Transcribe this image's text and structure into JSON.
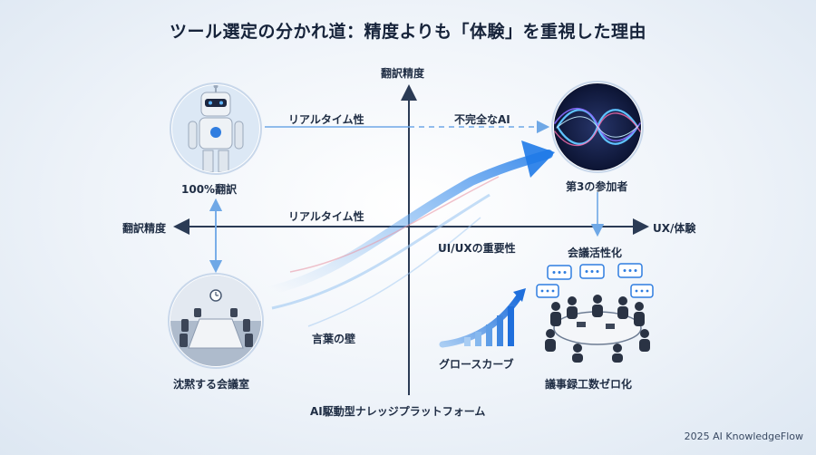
{
  "title": "ツール選定の分かれ道：精度よりも「体験」を重視した理由",
  "axes": {
    "top": "翻訳精度",
    "left": "翻訳精度",
    "right": "UX/体験",
    "bottom": "AI駆動型ナレッジプラットフォーム"
  },
  "nodes": {
    "robot": "100%翻訳",
    "silent_room": "沈黙する会議室",
    "third_participant": "第3の参加者",
    "meeting": "議事録工数ゼロ化"
  },
  "labels": {
    "realtime_top": "リアルタイム性",
    "imperfect_ai": "不完全なAI",
    "realtime_mid": "リアルタイム性",
    "uiux_importance": "UI/UXの重要性",
    "meeting_activation": "会議活性化",
    "language_wall": "言葉の壁",
    "growth_curve": "グロースカーブ"
  },
  "icons": {
    "robot": "robot-icon",
    "room": "meeting-room-icon",
    "wave": "infinity-wave-icon",
    "meeting": "team-meeting-icon",
    "growth": "growth-bars-icon",
    "streak": "swoosh-arrow-icon"
  },
  "colors": {
    "accent": "#2f7de0",
    "light_accent": "#7fb4ea",
    "dark_text": "#1f2d44",
    "axis": "#2b3b55"
  },
  "footer": "2025 AI KnowledgeFlow"
}
